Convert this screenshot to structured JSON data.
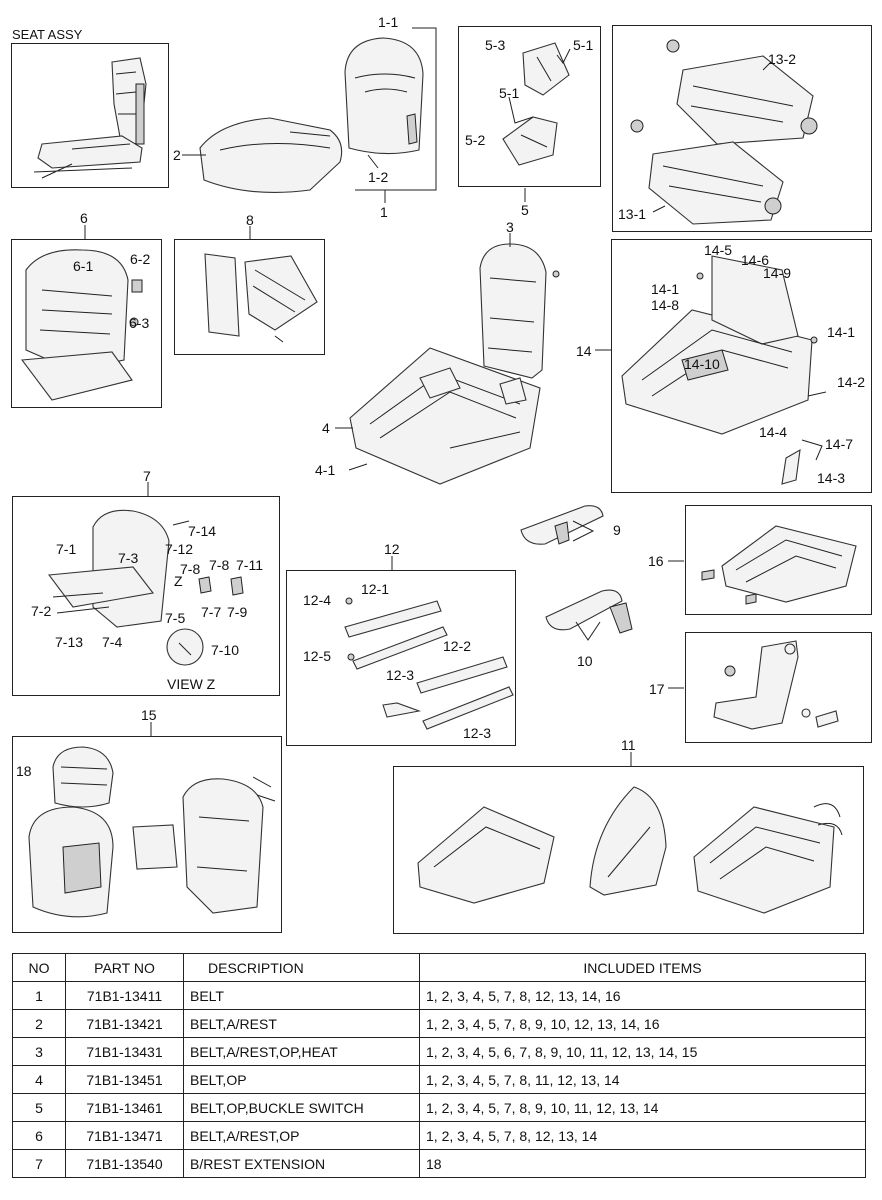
{
  "figure": {
    "seat_assy_title": "SEAT ASSY",
    "view_z_label": "VIEW Z",
    "callouts": {
      "c1": "1",
      "c1_1": "1-1",
      "c1_2": "1-2",
      "c2": "2",
      "c3": "3",
      "c4": "4",
      "c4_1": "4-1",
      "c5": "5",
      "c5_1a": "5-1",
      "c5_1b": "5-1",
      "c5_2": "5-2",
      "c5_3": "5-3",
      "c6": "6",
      "c6_1": "6-1",
      "c6_2": "6-2",
      "c6_3": "6-3",
      "c7": "7",
      "c7_1": "7-1",
      "c7_2": "7-2",
      "c7_3": "7-3",
      "c7_4": "7-4",
      "c7_5": "7-5",
      "c7_7": "7-7",
      "c7_8a": "7-8",
      "c7_8b": "7-8",
      "c7_9": "7-9",
      "c7_10": "7-10",
      "c7_11": "7-11",
      "c7_12": "7-12",
      "c7_13": "7-13",
      "c7_14": "7-14",
      "cZ": "Z",
      "c8": "8",
      "c9": "9",
      "c10": "10",
      "c11": "11",
      "c12": "12",
      "c12_1": "12-1",
      "c12_2": "12-2",
      "c12_3a": "12-3",
      "c12_3b": "12-3",
      "c12_4": "12-4",
      "c12_5": "12-5",
      "c13_1": "13-1",
      "c13_2": "13-2",
      "c14": "14",
      "c14_1a": "14-1",
      "c14_1b": "14-1",
      "c14_2": "14-2",
      "c14_3": "14-3",
      "c14_4": "14-4",
      "c14_5": "14-5",
      "c14_6": "14-6",
      "c14_7": "14-7",
      "c14_8": "14-8",
      "c14_9": "14-9",
      "c14_10": "14-10",
      "c15": "15",
      "c16": "16",
      "c17": "17",
      "c18": "18"
    }
  },
  "table": {
    "headers": {
      "no": "NO",
      "part_no": "PART NO",
      "description": "DESCRIPTION",
      "included": "INCLUDED ITEMS"
    },
    "rows": [
      {
        "no": "1",
        "part_no": "71B1-13411",
        "description": "BELT",
        "included": "1, 2, 3, 4, 5, 7, 8, 12, 13, 14, 16"
      },
      {
        "no": "2",
        "part_no": "71B1-13421",
        "description": "BELT,A/REST",
        "included": "1, 2, 3, 4, 5, 7, 8, 9, 10, 12, 13, 14, 16"
      },
      {
        "no": "3",
        "part_no": "71B1-13431",
        "description": "BELT,A/REST,OP,HEAT",
        "included": "1, 2, 3, 4, 5, 6, 7, 8, 9, 10, 11, 12, 13, 14, 15"
      },
      {
        "no": "4",
        "part_no": "71B1-13451",
        "description": "BELT,OP",
        "included": "1, 2, 3, 4, 5, 7, 8, 11, 12, 13, 14"
      },
      {
        "no": "5",
        "part_no": "71B1-13461",
        "description": "BELT,OP,BUCKLE SWITCH",
        "included": "1, 2, 3, 4, 5, 7, 8, 9, 10, 11, 12, 13, 14"
      },
      {
        "no": "6",
        "part_no": "71B1-13471",
        "description": "BELT,A/REST,OP",
        "included": "1, 2, 3, 4, 5, 7, 8, 12, 13, 14"
      },
      {
        "no": "7",
        "part_no": "71B1-13540",
        "description": "B/REST EXTENSION",
        "included": "18"
      }
    ]
  }
}
